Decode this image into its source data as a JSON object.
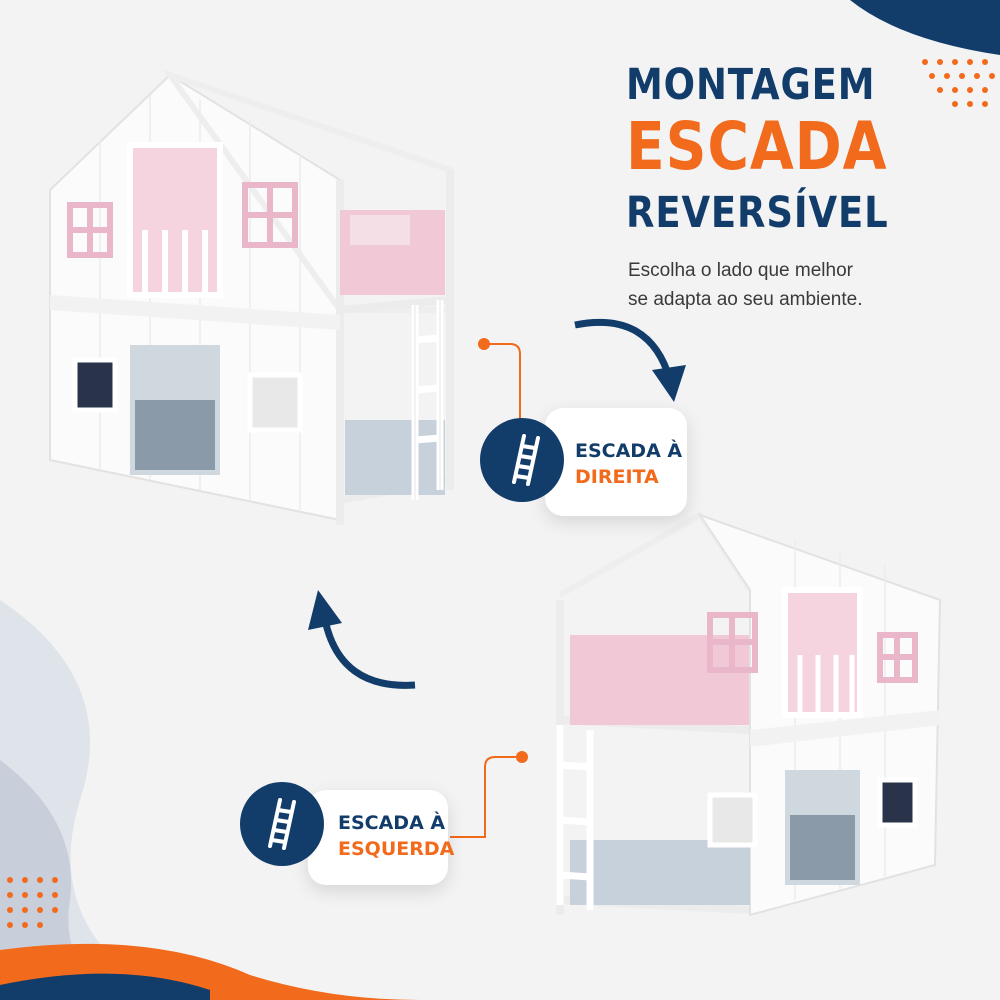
{
  "heading": {
    "line1": "MONTAGEM",
    "line2": "ESCADA",
    "line3": "REVERSÍVEL"
  },
  "subtitle": {
    "line1": "Escolha o lado que melhor",
    "line2": "se adapta ao seu ambiente."
  },
  "option_right": {
    "line1": "ESCADA À",
    "line2": "DIREITA",
    "icon": "ladder-icon"
  },
  "option_left": {
    "line1": "ESCADA À",
    "line2": "ESQUERDA",
    "icon": "ladder-icon"
  },
  "colors": {
    "navy": "#123d6a",
    "orange": "#f26a1b",
    "background": "#f3f3f4"
  }
}
